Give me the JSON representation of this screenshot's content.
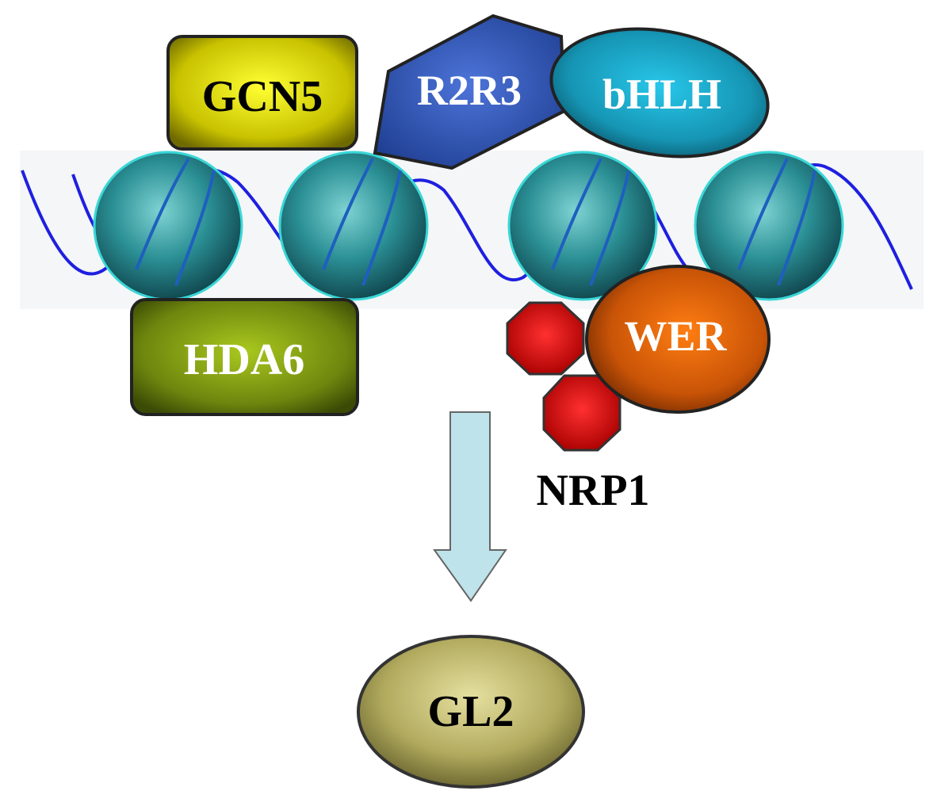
{
  "diagram": {
    "labels": {
      "gcn5": "GCN5",
      "r2r3": "R2R3",
      "bhlh": "bHLH",
      "hda6": "HDA6",
      "wer": "WER",
      "nrp1": "NRP1",
      "gl2": "GL2"
    },
    "colors": {
      "dna_strand": "#1f1fe0",
      "nucleosome": "#1f7f86",
      "gcn5": "#c9c100",
      "r2r3": "#2f55b8",
      "bhlh": "#1a9fc0",
      "hda6": "#7a8f10",
      "wer": "#d0600a",
      "nrp1": "#e00000",
      "arrow": "#bfe3ea",
      "gl2": "#b8b060"
    }
  }
}
